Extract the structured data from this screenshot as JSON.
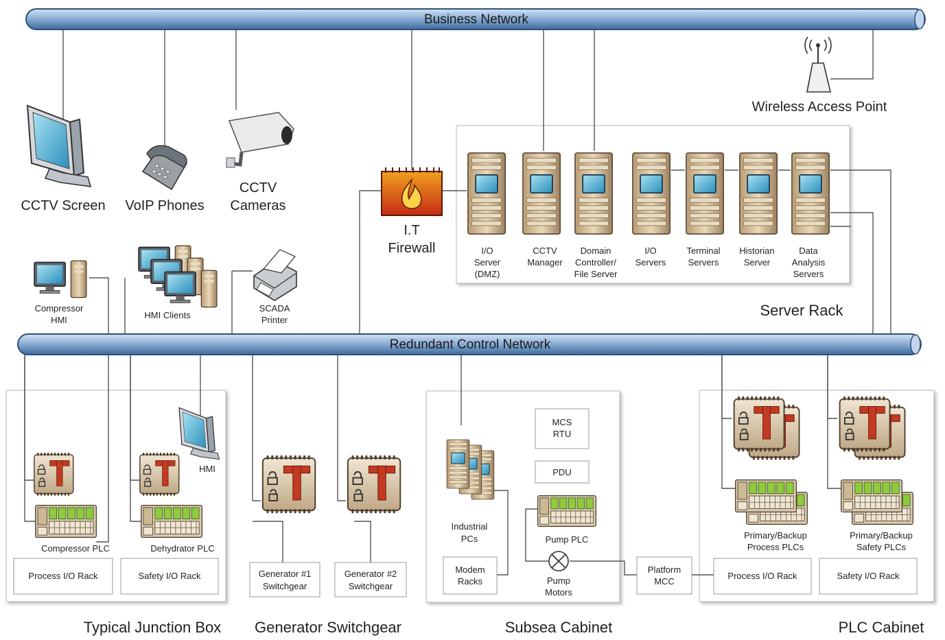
{
  "buses": {
    "business": "Business Network",
    "control": "Redundant Control Network"
  },
  "business_devices": {
    "cctv_screen": "CCTV Screen",
    "voip_phones": "VoIP Phones",
    "cctv_cameras": [
      "CCTV",
      "Cameras"
    ],
    "wireless_ap": "Wireless Access Point",
    "firewall": [
      "I.T",
      "Firewall"
    ]
  },
  "servers": [
    {
      "lines": [
        "I/O",
        "Server",
        "(DMZ)"
      ]
    },
    {
      "lines": [
        "CCTV",
        "Manager"
      ]
    },
    {
      "lines": [
        "Domain",
        "Controller/",
        "File Server"
      ]
    },
    {
      "lines": [
        "I/O",
        "Servers"
      ]
    },
    {
      "lines": [
        "Terminal",
        "Servers"
      ]
    },
    {
      "lines": [
        "Historian",
        "Server"
      ]
    },
    {
      "lines": [
        "Data",
        "Analysis",
        "Servers"
      ]
    }
  ],
  "server_rack_title": "Server Rack",
  "control_devices": {
    "compressor_hmi": [
      "Compressor",
      "HMI"
    ],
    "hmi_clients": "HMI Clients",
    "scada_printer": [
      "SCADA",
      "Printer"
    ]
  },
  "junction_box": {
    "title": "Typical Junction Box",
    "hmi": "HMI",
    "compressor_plc": "Compressor PLC",
    "dehydrator_plc": "Dehydrator PLC",
    "process_rack": "Process I/O Rack",
    "safety_rack": "Safety I/O Rack"
  },
  "switchgear": {
    "title": "Generator Switchgear",
    "gen1": [
      "Generator #1",
      "Switchgear"
    ],
    "gen2": [
      "Generator #2",
      "Switchgear"
    ]
  },
  "subsea": {
    "title": "Subsea Cabinet",
    "mcs_rtu": [
      "MCS",
      "RTU"
    ],
    "pdu": "PDU",
    "industrial_pcs": [
      "Industrial",
      "PCs"
    ],
    "pump_plc": "Pump PLC",
    "modem_racks": [
      "Modem",
      "Racks"
    ],
    "pump_motors": [
      "Pump",
      "Motors"
    ]
  },
  "platform_mcc": [
    "Platform",
    "MCC"
  ],
  "plc_cabinet": {
    "title": "PLC Cabinet",
    "process_plcs": [
      "Primary/Backup",
      "Process PLCs"
    ],
    "safety_plcs": [
      "Primary/Backup",
      "Safety PLCs"
    ],
    "process_rack": "Process I/O Rack",
    "safety_rack": "Safety I/O Rack"
  },
  "colors": {
    "bus_fill": "#8eb0d6",
    "bus_stroke": "#2f4f7a",
    "firewall_red": "#d9361c",
    "plc_t": "#c23a22",
    "plc_green": "#8fca3e",
    "server_body": "#d9c7a6",
    "screen_blue": "#3aa0c7"
  }
}
